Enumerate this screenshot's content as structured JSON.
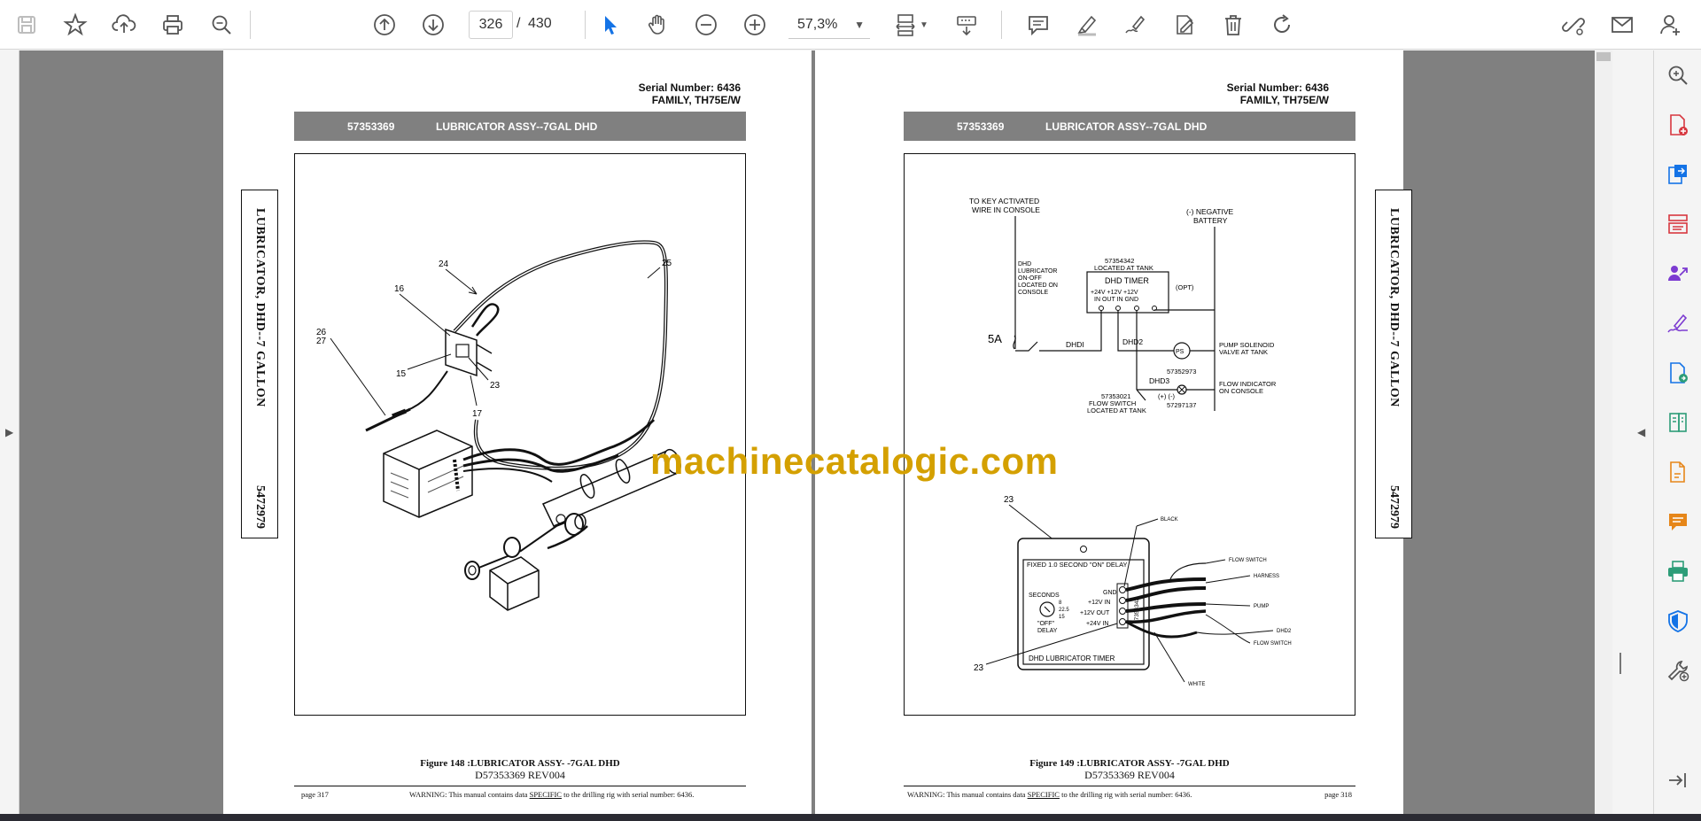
{
  "toolbar": {
    "icons": [
      "save-icon",
      "bookmark-star-icon",
      "upload-cloud-icon",
      "print-icon",
      "zoom-search-icon",
      "prev-page-icon",
      "next-page-icon",
      "select-arrow-icon",
      "hand-icon",
      "zoom-out-icon",
      "zoom-in-icon",
      "fit-page-icon",
      "scroll-mode-icon",
      "comment-icon",
      "highlight-icon",
      "sign-icon",
      "edit-pdf-icon",
      "delete-icon",
      "rotate-icon",
      "share-link-icon",
      "mail-icon",
      "account-icon"
    ],
    "current_page": "326",
    "page_separator": "/",
    "total_pages": "430",
    "zoom": "57,3%"
  },
  "left_page": {
    "serial_number": "Serial Number: 6436",
    "family": "FAMILY, TH75E/W",
    "part_number": "57353369",
    "part_title": "LUBRICATOR ASSY--7GAL DHD",
    "side_tab_title": "LUBRICATOR, DHD--7 GALLON",
    "side_tab_number": "5472979",
    "callouts": [
      "16",
      "24",
      "25",
      "26",
      "27",
      "15",
      "23",
      "17"
    ],
    "figure_caption": "Figure 148 :LUBRICATOR ASSY- -7GAL DHD",
    "figure_doc": "D57353369 REV004",
    "page_label": "page 317",
    "footer_warning_prefix": "WARNING:  This manual contains data ",
    "footer_warning_specific": "SPECIFIC",
    "footer_warning_suffix": " to the drilling rig with serial number: 6436."
  },
  "right_page": {
    "serial_number": "Serial Number: 6436",
    "family": "FAMILY, TH75E/W",
    "part_number": "57353369",
    "part_title": "LUBRICATOR ASSY--7GAL DHD",
    "side_tab_title": "LUBRICATOR, DHD--7 GALLON",
    "side_tab_number": "5472979",
    "schematic": {
      "key_wire_1": "TO KEY ACTIVATED",
      "key_wire_2": "WIRE IN CONSOLE",
      "neg_battery_1": "(-) NEGATIVE",
      "neg_battery_2": "BATTERY",
      "switch_1": "DHD",
      "switch_2": "LUBRICATOR",
      "switch_3": "ON-OFF",
      "switch_4": "LOCATED ON",
      "switch_5": "CONSOLE",
      "timer_part": "57354342",
      "timer_loc": "LOCATED AT TANK",
      "timer_name": "DHD TIMER",
      "timer_pins_1": "+24V +12V +12V",
      "timer_pins_2": "IN    OUT   IN    GND",
      "opt": "(OPT)",
      "fuse": "5A",
      "dhd1": "DHDI",
      "dhd2": "DHD2",
      "ps": "PS",
      "pump_sol_1": "PUMP SOLENOID",
      "pump_sol_2": "VALVE AT TANK",
      "pump_part": "57352973",
      "dhd3": "DHD3",
      "flow_ind_1": "FLOW INDICATOR",
      "flow_ind_2": "ON CONSOLE",
      "flow_part_1": "57353021",
      "flow_part_2": "FLOW SWITCH",
      "flow_part_3": "LOCATED AT TANK",
      "ind_pins": "(+)      (-)",
      "ind_part": "57297137"
    },
    "timer_detail": {
      "callout_top": "23",
      "callout_bottom": "23",
      "black": "BLACK",
      "flow_switch_top": "FLOW SWITCH",
      "harness": "HARNESS",
      "pump": "PUMP",
      "dhd2": "DHD2",
      "flow_switch_bottom": "FLOW SWITCH",
      "white": "WHITE",
      "delay_text": "FIXED 1.0 SECOND \"ON\" DELAY",
      "seconds": "SECONDS",
      "off_delay_1": "\"OFF\"",
      "off_delay_2": "DELAY",
      "dial_marks": "8\n22.5\n15",
      "t_gnd": "GND",
      "t_12in": "+12V IN",
      "t_12out": "+12V OUT",
      "t_24in": "+24V IN",
      "vertical_part": "57354342",
      "timer_label": "DHD LUBRICATOR TIMER"
    },
    "figure_caption": "Figure 149 :LUBRICATOR ASSY- -7GAL DHD",
    "figure_doc": "D57353369 REV004",
    "page_label": "page 318",
    "footer_warning_prefix": "WARNING:  This manual contains data ",
    "footer_warning_specific": "SPECIFIC",
    "footer_warning_suffix": " to the drilling rig with serial number: 6436."
  },
  "watermark": "machinecatalogic.com",
  "right_panel": {
    "icons": [
      "zoom-search-icon",
      "create-pdf-icon",
      "export-pdf-icon",
      "organize-pages-icon",
      "share-people-icon",
      "fill-sign-icon",
      "export-convert-icon",
      "compress-pdf-icon",
      "edit-text-icon",
      "comment-bubble-icon",
      "print-production-icon",
      "protect-shield-icon",
      "tools-wrench-icon",
      "collapse-panel-icon"
    ],
    "accent_red": "#d7373f",
    "accent_blue": "#1473e6",
    "accent_purple": "#7c3bd1",
    "accent_orange": "#e68619",
    "accent_green": "#2d9d78"
  }
}
